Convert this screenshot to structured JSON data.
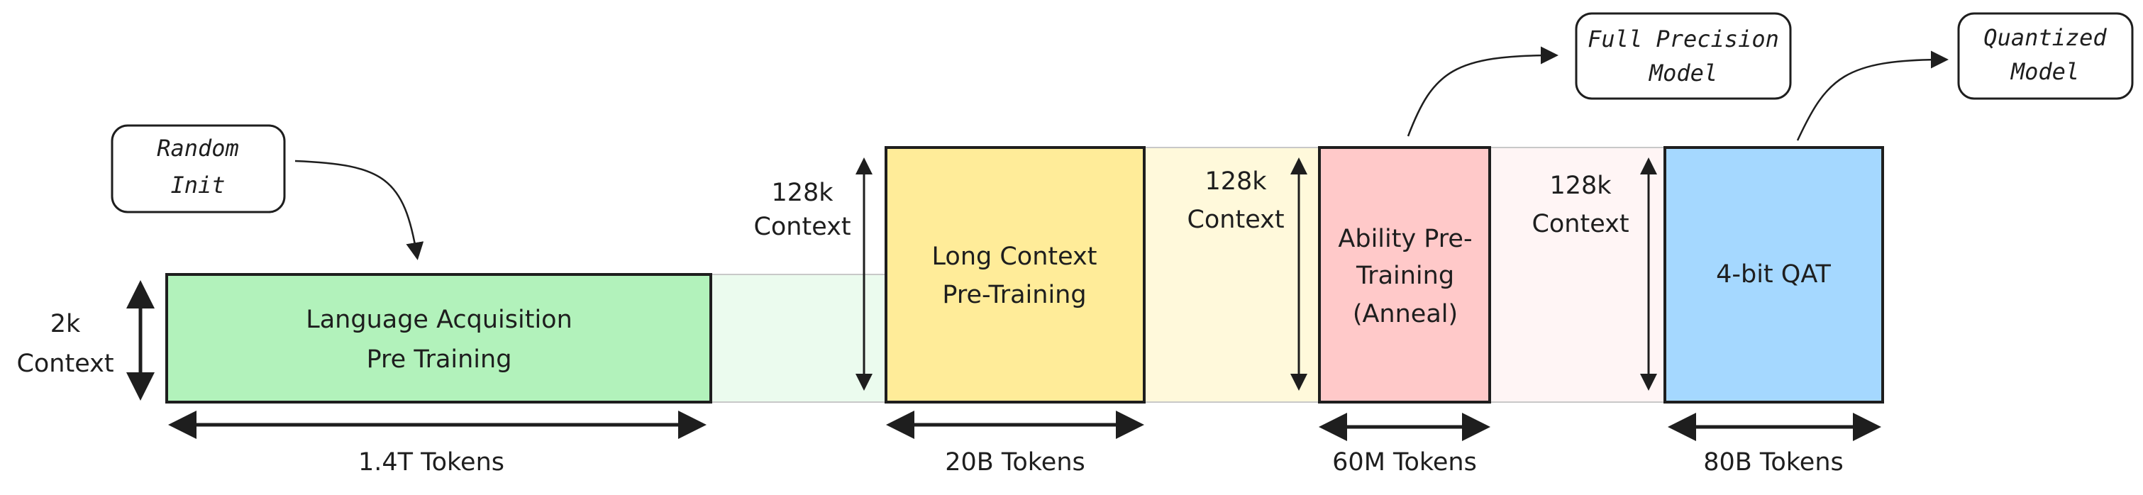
{
  "colors": {
    "language_acquisition": "#b2f2bb",
    "language_band": "#ebfbee",
    "long_context": "#ffec99",
    "long_context_band": "#fff9db",
    "ability": "#ffc9c9",
    "ability_band": "#fff5f5",
    "qat": "#a5d8ff"
  },
  "notes": {
    "random_init": [
      "Random",
      "Init"
    ],
    "full_precision": [
      "Full Precision",
      "Model"
    ],
    "quantized": [
      "Quantized",
      "Model"
    ]
  },
  "stages": [
    {
      "label": [
        "Language Acquisition",
        "Pre Training"
      ],
      "context": [
        "2k",
        "Context"
      ],
      "tokens": "1.4T Tokens"
    },
    {
      "label": [
        "Long Context",
        "Pre-Training"
      ],
      "context": [
        "128k",
        "Context"
      ],
      "tokens": "20B Tokens"
    },
    {
      "label": [
        "Ability Pre-",
        "Training",
        "(Anneal)"
      ],
      "context": [
        "128k",
        "Context"
      ],
      "tokens": "60M Tokens"
    },
    {
      "label": [
        "4-bit QAT"
      ],
      "context": [
        "128k",
        "Context"
      ],
      "tokens": "80B Tokens"
    }
  ]
}
